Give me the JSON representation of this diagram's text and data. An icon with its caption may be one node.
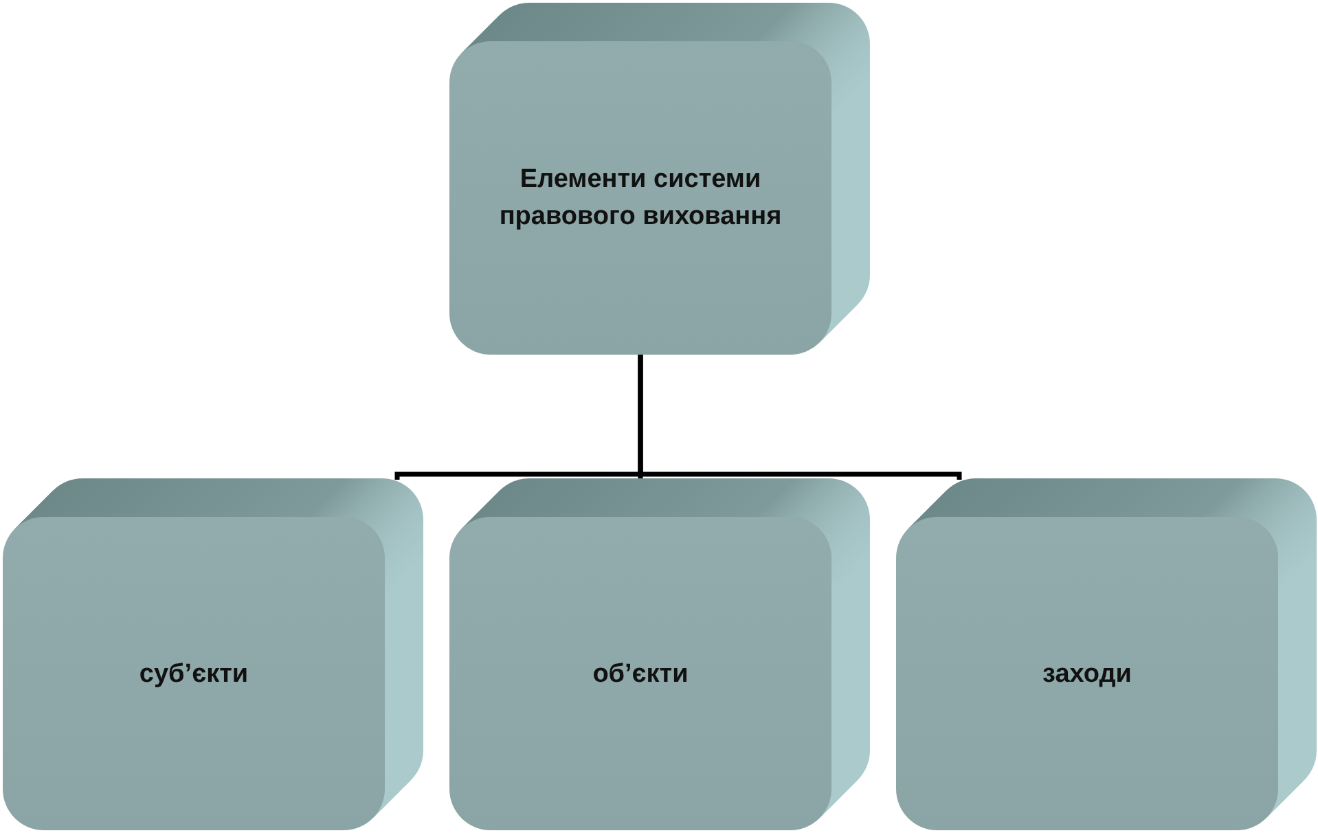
{
  "diagram": {
    "nodes": [
      {
        "text": [
          "Елементи системи правового виховання"
        ]
      },
      {
        "text": [
          "суб’єкти"
        ]
      },
      {
        "text": [
          "об’єкти"
        ]
      },
      {
        "text": [
          "заходи"
        ]
      }
    ],
    "edges": [
      {
        "from": 0,
        "to": 1,
        "arrow": "none"
      },
      {
        "from": 0,
        "to": 2,
        "arrow": "none"
      },
      {
        "from": 0,
        "to": 3,
        "arrow": "none"
      }
    ]
  }
}
